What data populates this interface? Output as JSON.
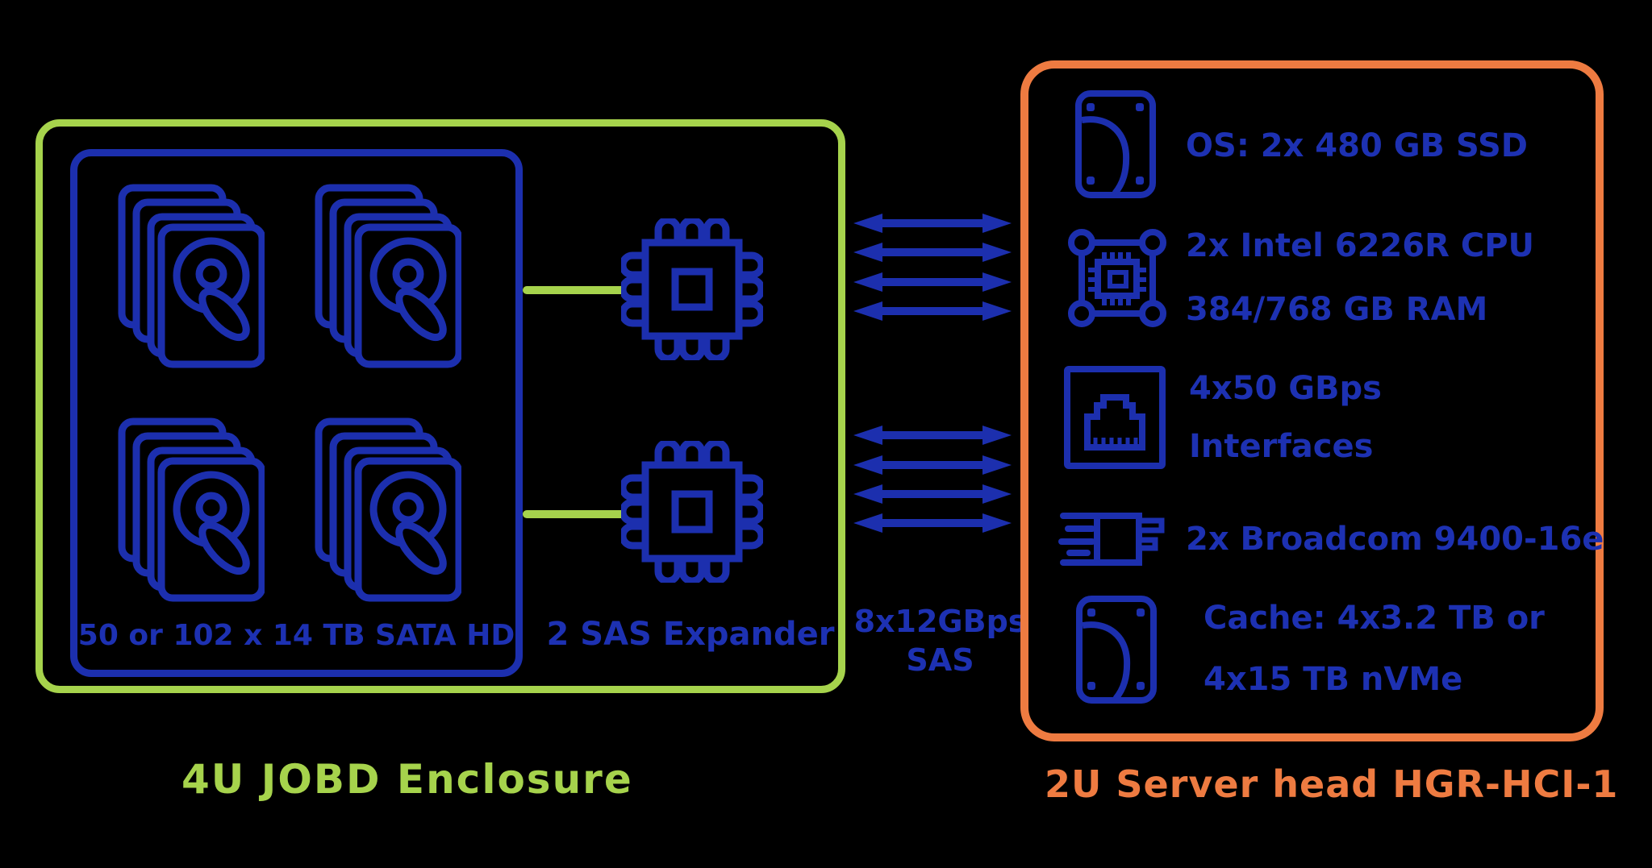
{
  "colors": {
    "background": "#000000",
    "ink_blue": "#1d31b2",
    "accent_green": "#a6d34c",
    "accent_orange": "#ee7b41"
  },
  "jbod_enclosure": {
    "caption": "4U JOBD Enclosure",
    "drive_shelf_label": "50 or 102 x 14 TB SATA HD",
    "expander_label": "2 SAS Expander",
    "drive_stack_count": 4,
    "expander_chip_count": 2
  },
  "sas_link": {
    "label_line1": "8x12GBps",
    "label_line2": "SAS",
    "arrow_count": 8
  },
  "server_head": {
    "caption": "2U Server head  HGR-HCI-1",
    "specs": [
      {
        "icon": "ssd-icon",
        "line1": "OS: 2x 480 GB SSD"
      },
      {
        "icon": "cpu-icon",
        "line1": "2x Intel 6226R  CPU",
        "line2": "384/768 GB RAM"
      },
      {
        "icon": "ethernet-port-icon",
        "line1": "4x50 GBps",
        "line2": "Interfaces"
      },
      {
        "icon": "hba-card-icon",
        "line1": "2x Broadcom  9400-16e"
      },
      {
        "icon": "nvme-cache-icon",
        "line1": "Cache: 4x3.2 TB or",
        "line2": "4x15 TB nVMe"
      }
    ]
  }
}
